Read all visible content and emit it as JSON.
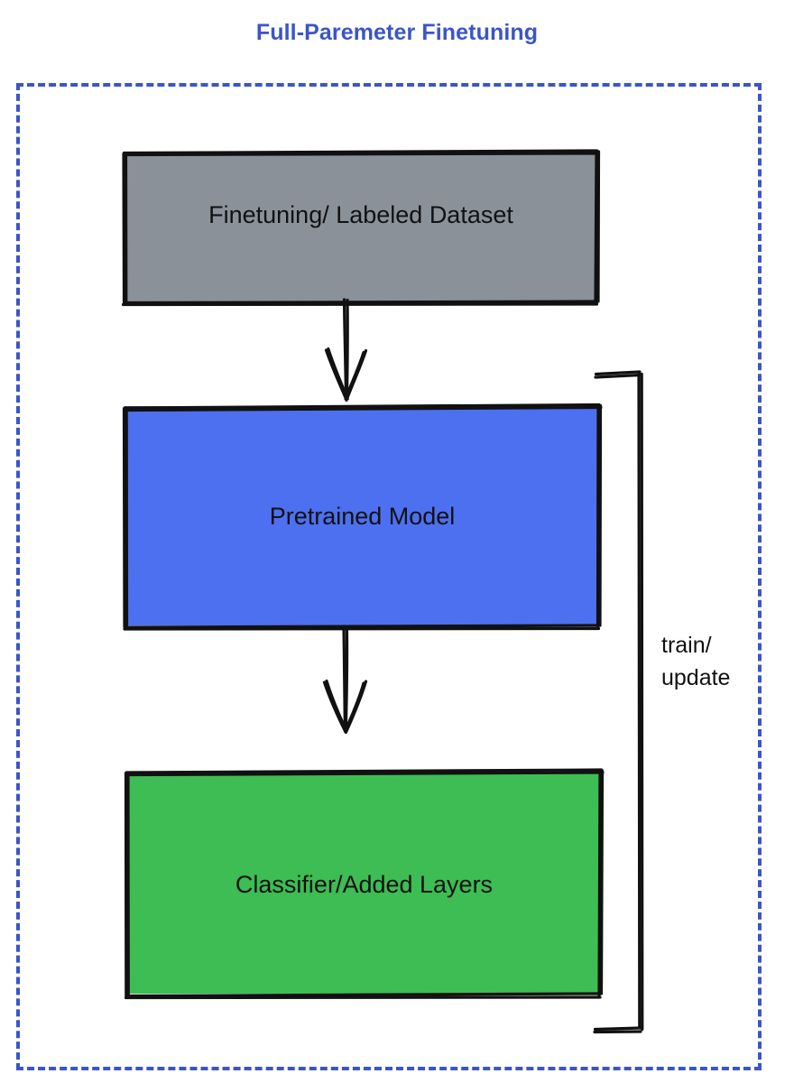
{
  "title": "Full-Paremeter Finetuning",
  "colors": {
    "title_blue": "#3b55c8",
    "frame_dash_blue": "#3b55c8",
    "dataset_gray": "#8b9199",
    "pretrained_blue": "#4c70f0",
    "classifier_green": "#3dbd54",
    "stroke_black": "#111111",
    "background": "#ffffff"
  },
  "frame": {
    "style": "dashed",
    "name": "full-parameter-finetuning-group"
  },
  "nodes": [
    {
      "id": "dataset",
      "label": "Finetuning/ Labeled Dataset",
      "fill": "#8b9199",
      "shape": "rectangle"
    },
    {
      "id": "pretrained",
      "label": "Pretrained Model",
      "fill": "#4c70f0",
      "shape": "rectangle"
    },
    {
      "id": "classifier",
      "label": "Classifier/Added Layers",
      "fill": "#3dbd54",
      "shape": "rectangle"
    }
  ],
  "connectors": [
    {
      "id": "dataset-to-model",
      "from": "dataset",
      "to": "pretrained",
      "label": "",
      "arrowhead": "end"
    },
    {
      "id": "model-to-classifier",
      "from": "pretrained",
      "to": "classifier",
      "label": "",
      "arrowhead": "end"
    },
    {
      "id": "feedback",
      "from": "classifier",
      "to": "pretrained",
      "label_line1": "train/",
      "label_line2": "update",
      "arrowhead": "none"
    }
  ],
  "feedback_label": {
    "line1": "train/",
    "line2": "update"
  }
}
